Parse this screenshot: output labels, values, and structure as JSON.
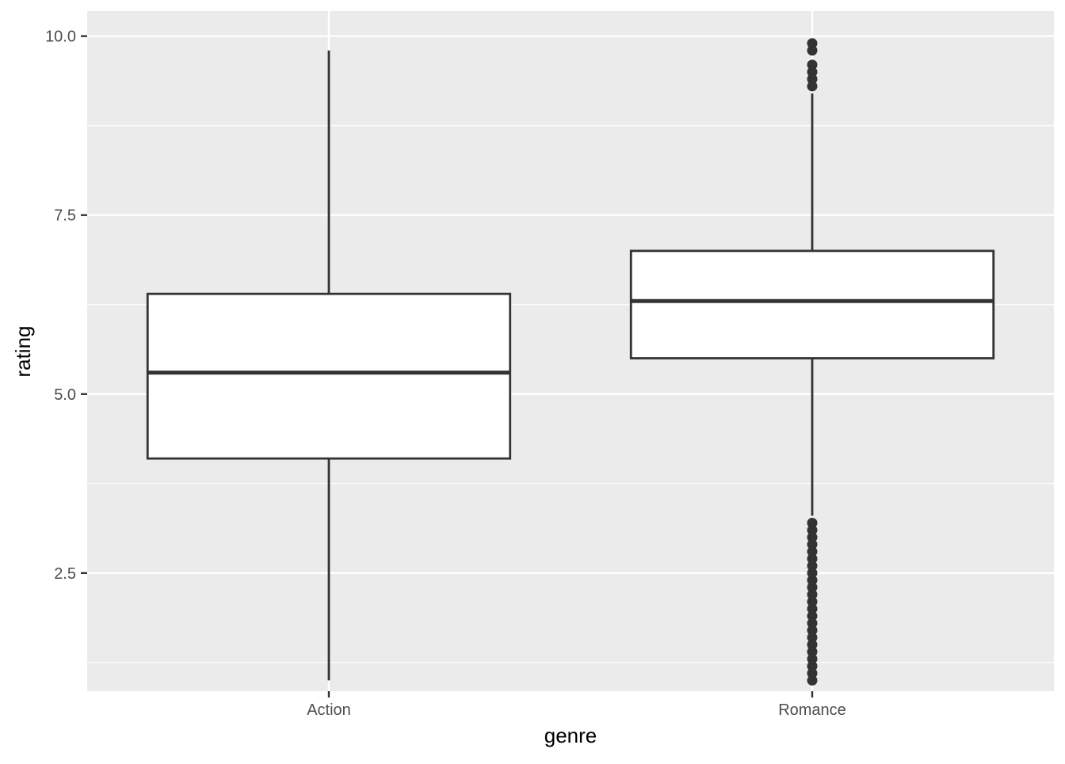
{
  "chart_data": {
    "type": "boxplot",
    "title": "",
    "xlabel": "genre",
    "ylabel": "rating",
    "ylim": [
      0.85,
      10.35
    ],
    "y_ticks": [
      2.5,
      5.0,
      7.5,
      10.0
    ],
    "y_tick_labels": [
      "2.5",
      "5.0",
      "7.5",
      "10.0"
    ],
    "y_minor_ticks": [
      1.25,
      3.75,
      6.25,
      8.75
    ],
    "grid": true,
    "legend": "none",
    "categories": [
      "Action",
      "Romance"
    ],
    "boxes": [
      {
        "category": "Action",
        "whisker_low": 1.0,
        "q1": 4.1,
        "median": 5.3,
        "q3": 6.4,
        "whisker_high": 9.8,
        "outliers": []
      },
      {
        "category": "Romance",
        "whisker_low": 3.3,
        "q1": 5.5,
        "median": 6.3,
        "q3": 7.0,
        "whisker_high": 9.2,
        "outliers": [
          9.3,
          9.4,
          9.5,
          9.6,
          9.8,
          9.9,
          1.0,
          1.1,
          1.2,
          1.3,
          1.4,
          1.5,
          1.6,
          1.7,
          1.8,
          1.9,
          2.0,
          2.1,
          2.2,
          2.3,
          2.4,
          2.5,
          2.6,
          2.7,
          2.8,
          2.9,
          3.0,
          3.1,
          3.2
        ]
      }
    ],
    "colors": {
      "panel_background": "#ebebeb",
      "grid_line": "#ffffff",
      "box_fill": "#ffffff",
      "box_stroke": "#333333",
      "tick_mark": "#333333",
      "tick_label": "#4d4d4d",
      "axis_title": "#000000"
    }
  }
}
